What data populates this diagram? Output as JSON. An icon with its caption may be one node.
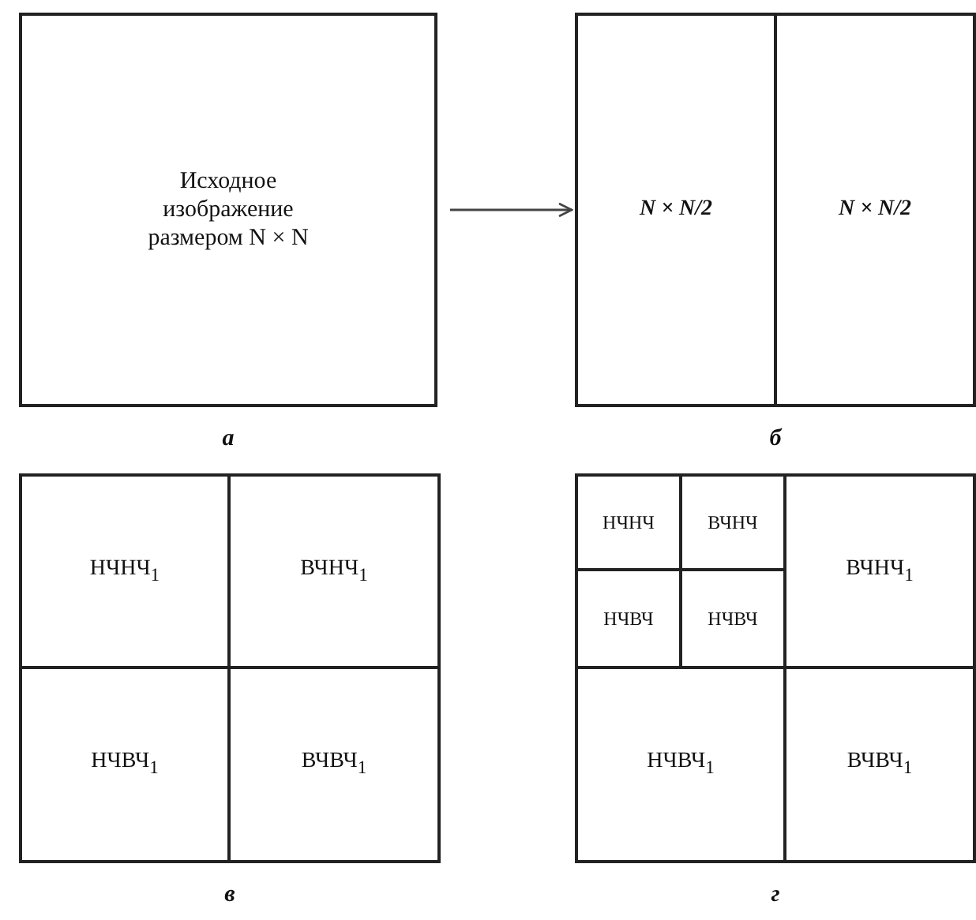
{
  "diagram": {
    "nodes": [
      {
        "text": [
          "Исходное изображение размером N × N"
        ],
        "beside": [
          "а"
        ]
      },
      {
        "text": [],
        "shape": "box",
        "beside": [
          "б"
        ]
      },
      {
        "text": [
          "N × N/2"
        ],
        "in": 1
      },
      {
        "text": [
          "N × N/2"
        ],
        "in": 1
      },
      {
        "text": [],
        "shape": "box",
        "beside": [
          "в"
        ]
      },
      {
        "text": [
          "НЧНЧ$_{1}$"
        ],
        "in": 4
      },
      {
        "text": [
          "ВЧНЧ$_{1}$"
        ],
        "in": 4
      },
      {
        "text": [
          "НЧВЧ$_{1}$"
        ],
        "in": 4
      },
      {
        "text": [
          "ВЧВЧ$_{1}$"
        ],
        "in": 4
      },
      {
        "text": [],
        "shape": "box",
        "beside": [
          "г"
        ]
      },
      {
        "text": [],
        "shape": "box",
        "in": 9
      },
      {
        "text": [
          "НЧНЧ"
        ],
        "in": 10
      },
      {
        "text": [
          "ВЧНЧ"
        ],
        "in": 10
      },
      {
        "text": [
          "НЧВЧ"
        ],
        "in": 10
      },
      {
        "text": [
          "НЧВЧ"
        ],
        "in": 10
      },
      {
        "text": [
          "ВЧНЧ$_{1}$"
        ],
        "in": 9
      },
      {
        "text": [
          "НЧВЧ$_{1}$"
        ],
        "in": 9
      },
      {
        "text": [
          "ВЧВЧ$_{1}$"
        ],
        "in": 9
      }
    ],
    "edges": [
      {
        "from": 0,
        "to": 1,
        "arrow": "to"
      }
    ]
  }
}
